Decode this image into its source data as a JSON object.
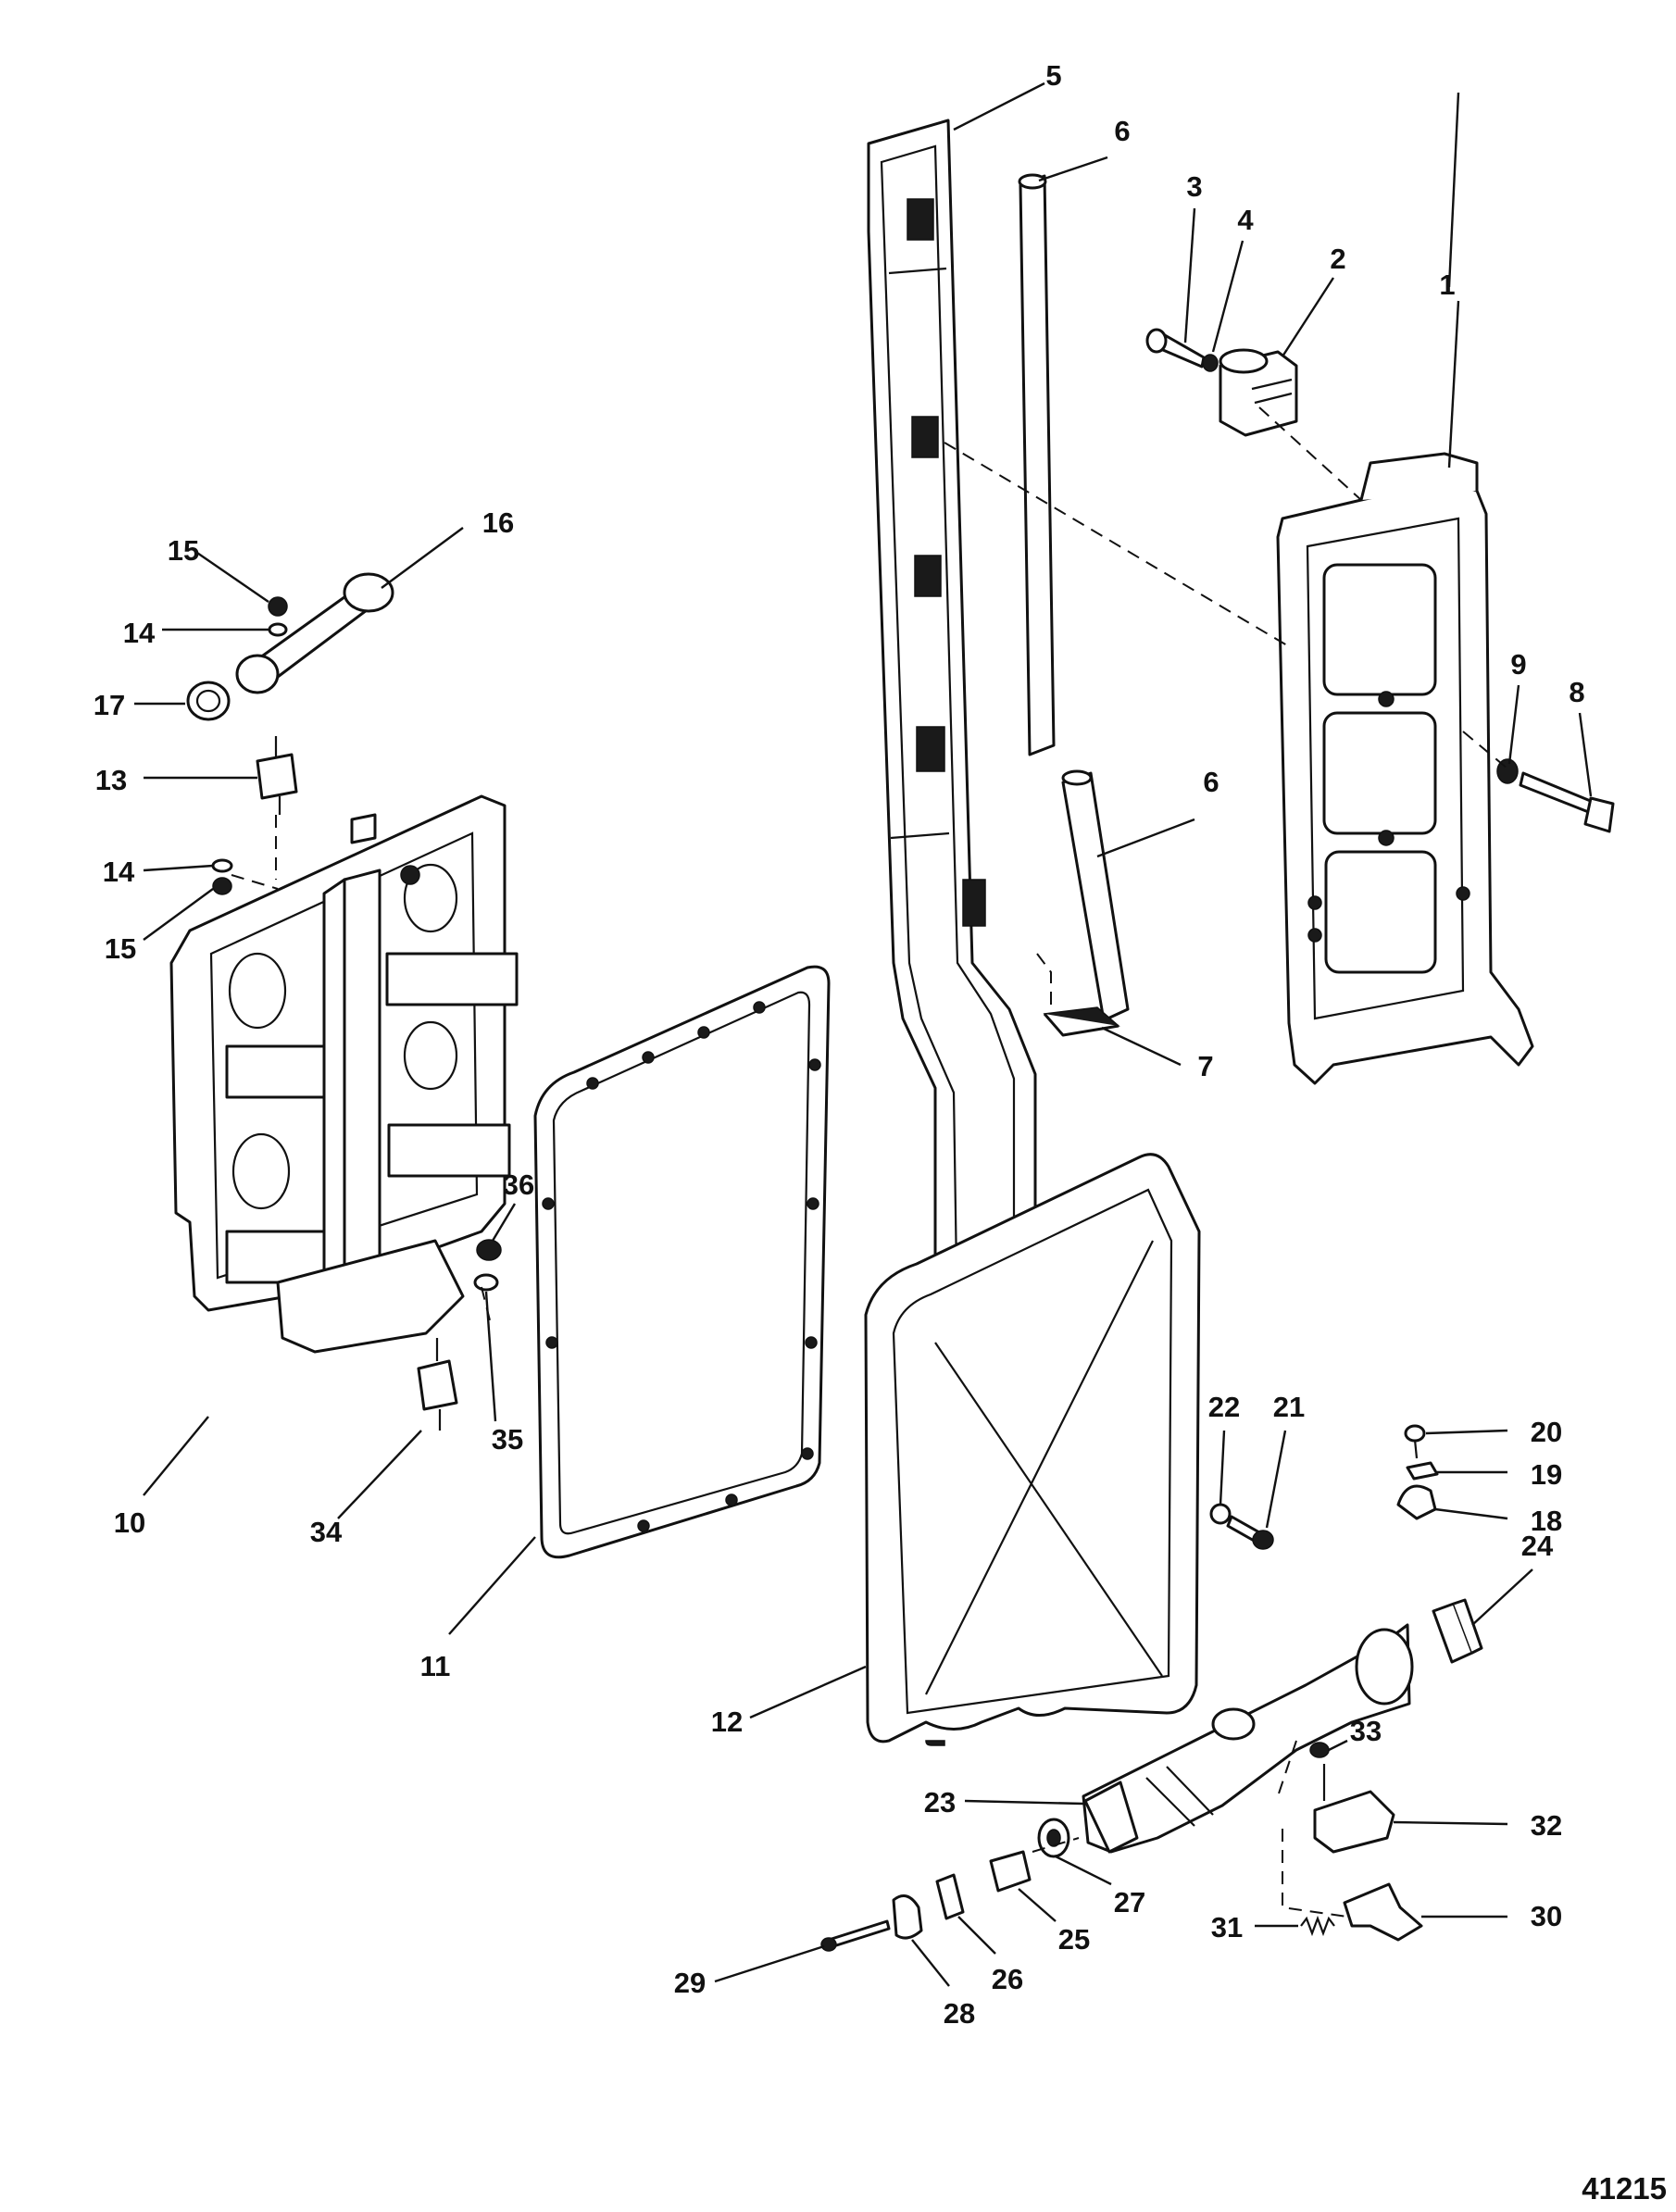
{
  "figure_number": "41215",
  "callouts": [
    "1",
    "2",
    "3",
    "4",
    "5",
    "6",
    "6",
    "7",
    "8",
    "9",
    "10",
    "11",
    "12",
    "13",
    "14",
    "14",
    "15",
    "15",
    "16",
    "17",
    "18",
    "19",
    "20",
    "21",
    "22",
    "23",
    "24",
    "25",
    "26",
    "27",
    "28",
    "29",
    "30",
    "31",
    "32",
    "33",
    "34",
    "35",
    "36"
  ]
}
